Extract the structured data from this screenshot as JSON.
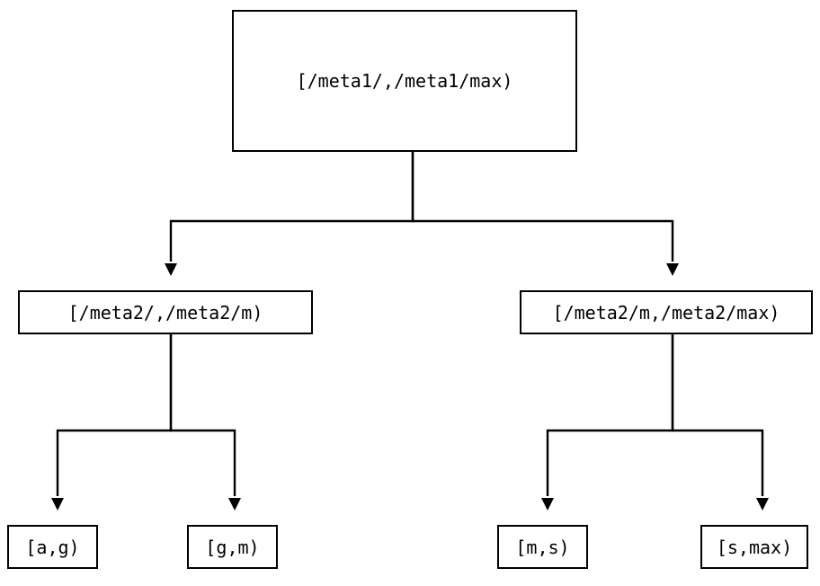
{
  "diagram": {
    "type": "tree",
    "orientation": "top-down",
    "style": {
      "box_fill": "#ffffff",
      "box_stroke": "#000000",
      "edge_color": "#000000",
      "text_color": "#000000",
      "background": "#ffffff"
    },
    "nodes": {
      "root": {
        "label": "[/meta1/,/meta1/max)"
      },
      "mid_left": {
        "label": "[/meta2/,/meta2/m)"
      },
      "mid_right": {
        "label": "[/meta2/m,/meta2/max)"
      },
      "leaf_ag": {
        "label": "[a,g)"
      },
      "leaf_gm": {
        "label": "[g,m)"
      },
      "leaf_ms": {
        "label": "[m,s)"
      },
      "leaf_smax": {
        "label": "[s,max)"
      }
    },
    "edges": [
      {
        "from": "root",
        "to": "mid_left",
        "arrow": "triangle-down"
      },
      {
        "from": "root",
        "to": "mid_right",
        "arrow": "triangle-down"
      },
      {
        "from": "mid_left",
        "to": "leaf_ag",
        "arrow": "triangle-down"
      },
      {
        "from": "mid_left",
        "to": "leaf_gm",
        "arrow": "triangle-down"
      },
      {
        "from": "mid_right",
        "to": "leaf_ms",
        "arrow": "triangle-down"
      },
      {
        "from": "mid_right",
        "to": "leaf_smax",
        "arrow": "triangle-down"
      }
    ]
  }
}
